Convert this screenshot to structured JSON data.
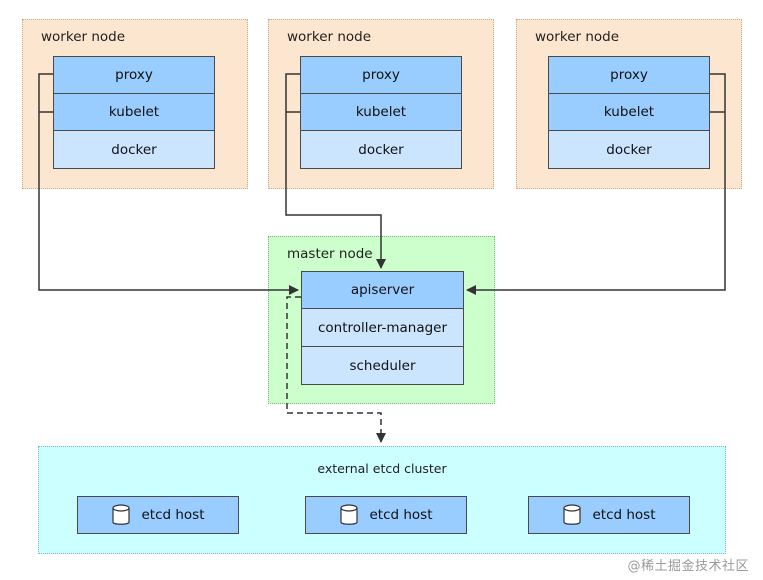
{
  "workers": [
    {
      "title": "worker node",
      "components": [
        "proxy",
        "kubelet",
        "docker"
      ]
    },
    {
      "title": "worker node",
      "components": [
        "proxy",
        "kubelet",
        "docker"
      ]
    },
    {
      "title": "worker node",
      "components": [
        "proxy",
        "kubelet",
        "docker"
      ]
    }
  ],
  "master": {
    "title": "master node",
    "components": [
      "apiserver",
      "controller-manager",
      "scheduler"
    ]
  },
  "etcd": {
    "title": "external etcd cluster",
    "hosts": [
      "etcd host",
      "etcd host",
      "etcd host"
    ]
  },
  "watermark": "@稀土掘金技术社区",
  "colors": {
    "worker_bg": "#fce6cf",
    "master_bg": "#ccffcc",
    "etcd_bg": "#ccffff",
    "component_dark": "#99ccff",
    "component_light": "#cce5ff"
  },
  "icons": {
    "etcd_host": "database-cylinder-icon"
  }
}
